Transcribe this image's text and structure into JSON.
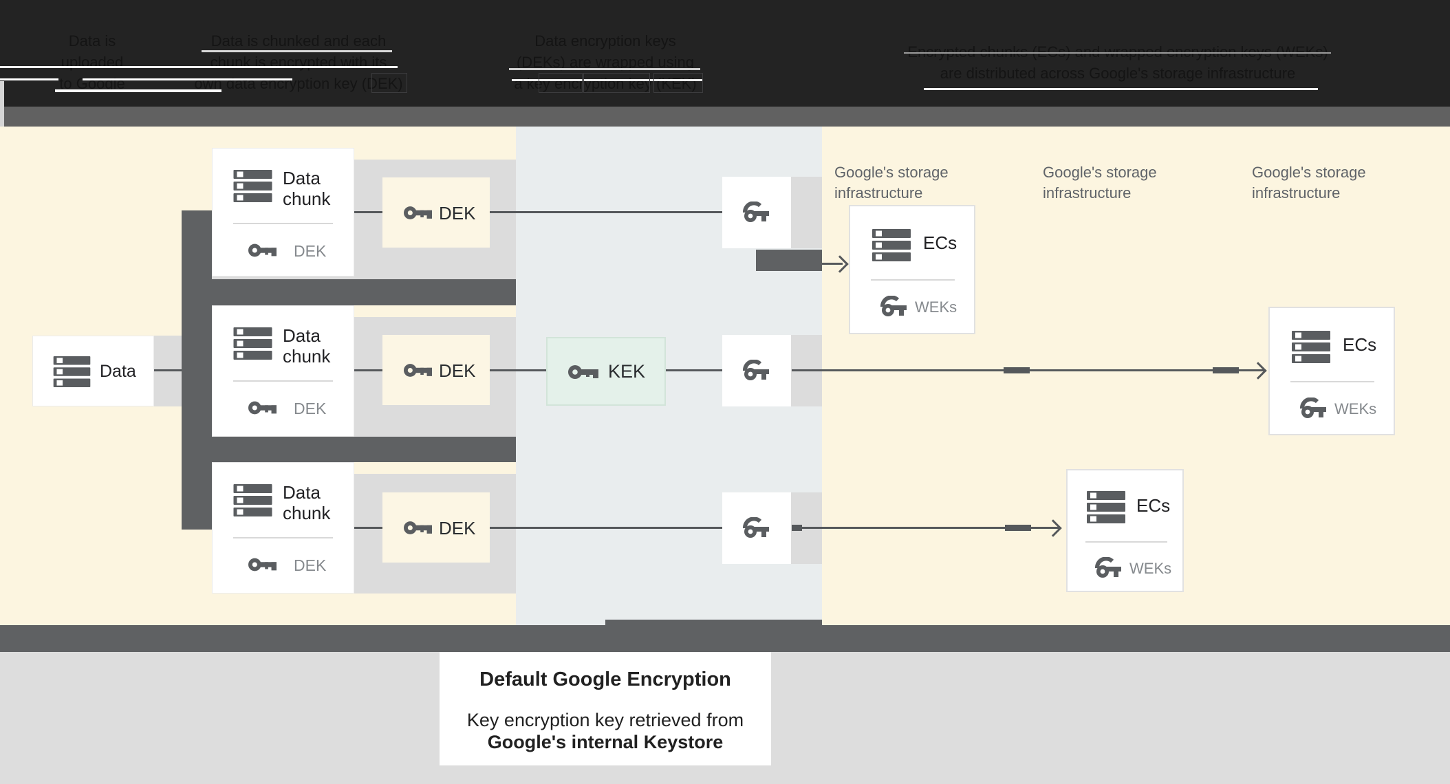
{
  "header": {
    "blocks": [
      {
        "lines": [
          "Data is",
          "uploaded",
          "to Google"
        ]
      },
      {
        "lines": [
          "Data is chunked and each",
          "chunk is encrypted with its",
          "own data encryption key (DEK)"
        ]
      },
      {
        "lines": [
          "Data encryption keys",
          "(DEKs) are wrapped using",
          "a key encryption key (KEK)"
        ]
      },
      {
        "lines": [
          "Encrypted chunks (ECs) and wrapped encryption keys (WEKs)",
          "are distributed across Google's storage infrastructure"
        ]
      }
    ]
  },
  "diagram": {
    "data_box": {
      "label": "Data"
    },
    "chunk_cards": [
      {
        "title_line1": "Data",
        "title_line2": "chunk",
        "key_label": "DEK"
      },
      {
        "title_line1": "Data",
        "title_line2": "chunk",
        "key_label": "DEK"
      },
      {
        "title_line1": "Data",
        "title_line2": "chunk",
        "key_label": "DEK"
      }
    ],
    "dek_boxes": [
      {
        "label": "DEK"
      },
      {
        "label": "DEK"
      },
      {
        "label": "DEK"
      }
    ],
    "kek_box": {
      "label": "KEK"
    },
    "storage_labels": [
      {
        "line1": "Google's storage",
        "line2": "infrastructure"
      },
      {
        "line1": "Google's storage",
        "line2": "infrastructure"
      },
      {
        "line1": "Google's storage",
        "line2": "infrastructure"
      }
    ],
    "ec_cards": [
      {
        "title": "ECs",
        "key_label": "WEKs"
      },
      {
        "title": "ECs",
        "key_label": "WEKs"
      },
      {
        "title": "ECs",
        "key_label": "WEKs"
      }
    ]
  },
  "caption": {
    "title": "Default Google Encryption",
    "line1": "Key encryption key retrieved from",
    "line2": "Google's internal Keystore"
  },
  "colors": {
    "header_bg": "#232323",
    "top_bottom_bar": "#616161",
    "cream_bg": "#FCF5E0",
    "keystore_column": "#E9EDEE",
    "row_band": "#DCDCDC",
    "dark_pipe": "#5F6163",
    "connector_line": "#55585B",
    "dek_box_fill": "#FCF6E4",
    "kek_box_fill": "#E4F1EA",
    "kek_box_border": "#D2E4D9",
    "icon_ink": "#5A5D60",
    "text_dark": "#212124",
    "text_gray": "#85898D",
    "storage_label_gray": "#5F6368",
    "bottom_area": "#DDDDDD"
  }
}
